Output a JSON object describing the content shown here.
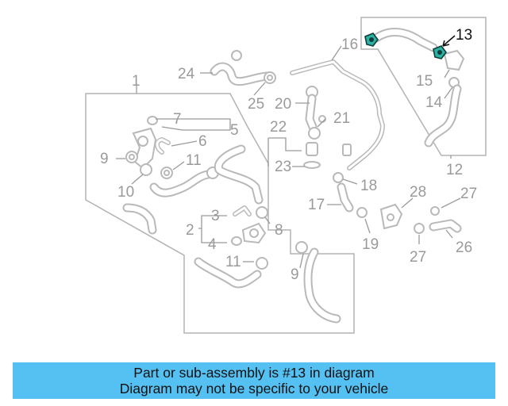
{
  "callouts": {
    "c1": "1",
    "c2": "2",
    "c3": "3",
    "c4": "4",
    "c5": "5",
    "c6": "6",
    "c7": "7",
    "c8": "8",
    "c9a": "9",
    "c9b": "9",
    "c10": "10",
    "c11a": "11",
    "c11b": "11",
    "c12": "12",
    "c13": "13",
    "c14": "14",
    "c15": "15",
    "c16": "16",
    "c17": "17",
    "c18": "18",
    "c19": "19",
    "c20": "20",
    "c21": "21",
    "c22": "22",
    "c23": "23",
    "c24": "24",
    "c25": "25",
    "c26": "26",
    "c27a": "27",
    "c27b": "27",
    "c28": "28"
  },
  "highlight": {
    "part_number": "13",
    "color": "#2bb2a4"
  },
  "banner": {
    "line1": "Part or sub-assembly is #13 in diagram",
    "line2": "Diagram may not be specific to your vehicle",
    "background": "#55c0f2"
  }
}
